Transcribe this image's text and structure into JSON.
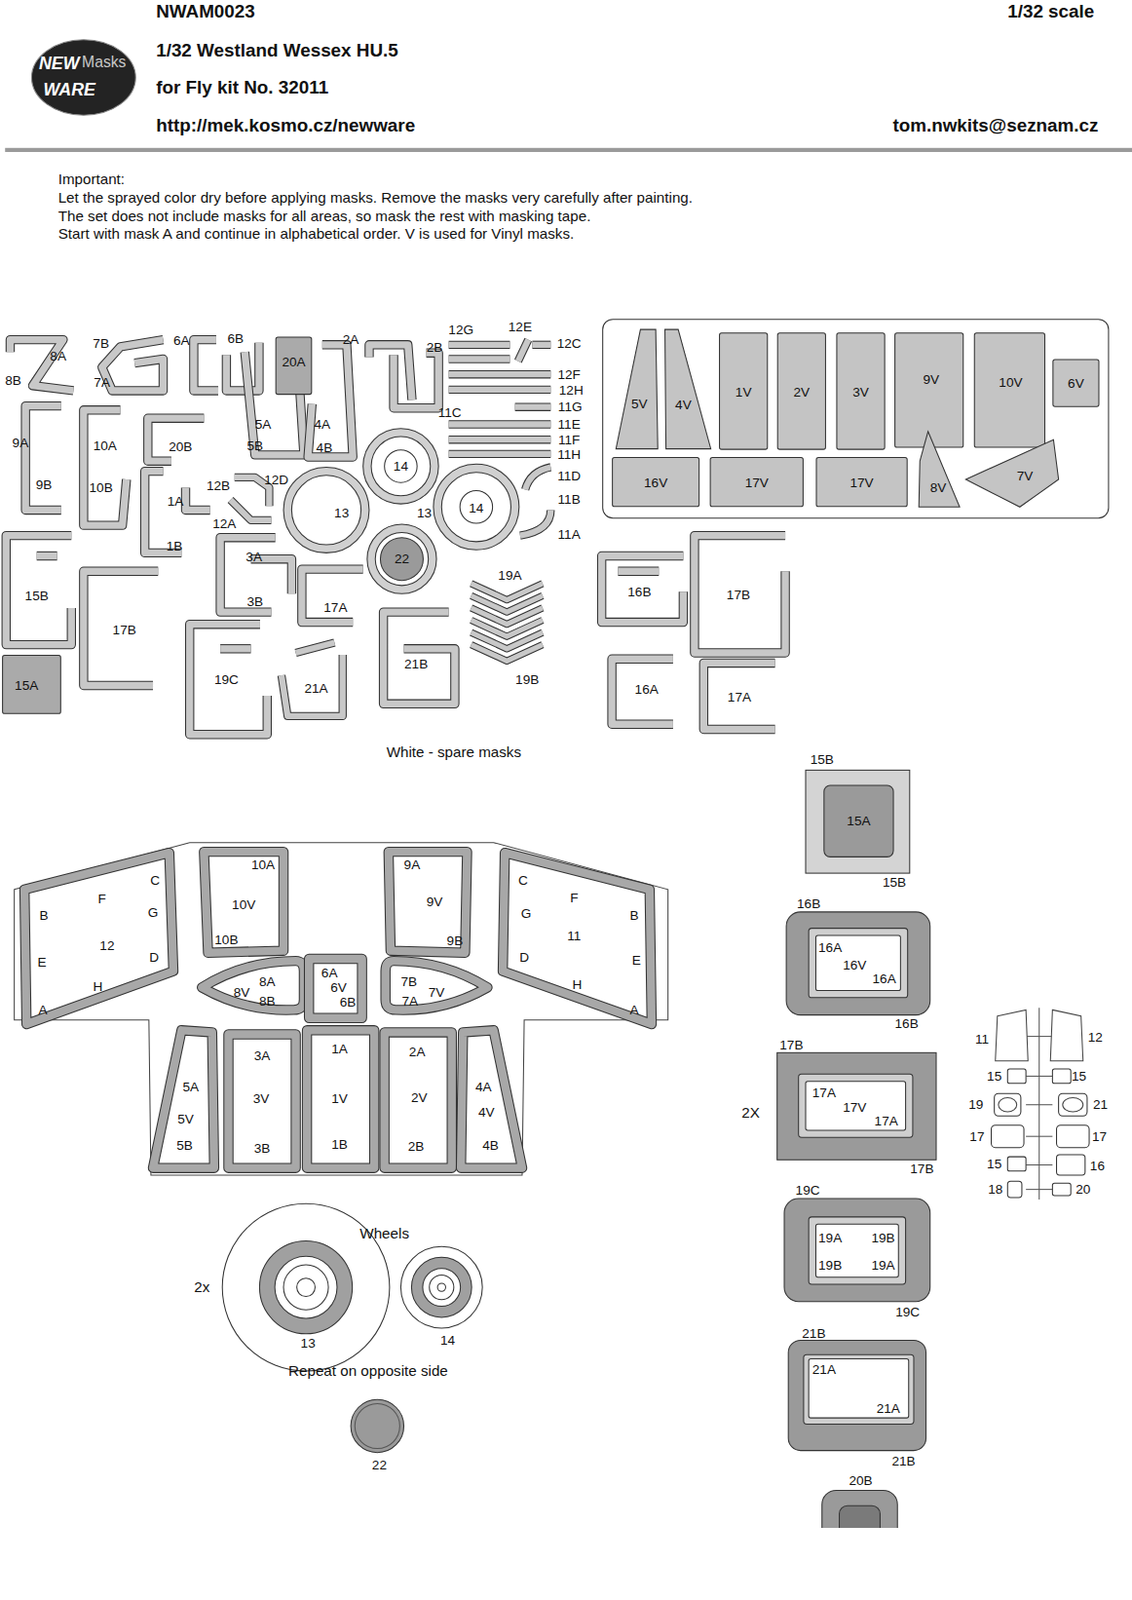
{
  "diagram": {
    "title": "1/32 Westland Wessex HU.5",
    "nodes": [
      {
        "text": [
          "NEW",
          "Masks",
          "WARE"
        ]
      },
      {
        "text": [
          "5V"
        ]
      },
      {
        "text": [
          "4V"
        ]
      },
      {
        "text": [
          "1V"
        ]
      },
      {
        "text": [
          "2V"
        ]
      },
      {
        "text": [
          "3V"
        ]
      },
      {
        "text": [
          "9V"
        ]
      },
      {
        "text": [
          "10V"
        ]
      },
      {
        "text": [
          "6V"
        ]
      },
      {
        "text": [
          "16V"
        ]
      },
      {
        "text": [
          "17V"
        ]
      },
      {
        "text": [
          "17V"
        ]
      },
      {
        "text": [
          "8V"
        ]
      },
      {
        "text": [
          "7V"
        ]
      },
      {
        "text": [
          "20A"
        ]
      },
      {
        "text": [
          "22"
        ]
      },
      {
        "text": [
          "15A"
        ]
      }
    ],
    "labels": [
      "NWAM0023",
      "1/32 scale",
      "for Fly kit No. 32011",
      "http://mek.kosmo.cz/newware",
      "tom.nwkits@seznam.cz",
      "Important:",
      "Let the sprayed color dry before applying masks. Remove the masks very carefully after painting.",
      "The set does not include masks for all areas, so mask the rest with masking tape.",
      "Start with mask A and continue in alphabetical order. V is used for Vinyl masks.",
      "8A",
      "7B",
      "6A",
      "6B",
      "2A",
      "2B",
      "12G",
      "12E",
      "12C",
      "8B",
      "7A",
      "12F",
      "12H",
      "11G",
      "11E",
      "11F",
      "11H",
      "11C",
      "11D",
      "11B",
      "11A",
      "5A",
      "4A",
      "5B",
      "4B",
      "9A",
      "10A",
      "20B",
      "14",
      "14",
      "13",
      "13",
      "9B",
      "10B",
      "12B",
      "12D",
      "1A",
      "12A",
      "1B",
      "3A",
      "3B",
      "19A",
      "17A",
      "15B",
      "17B",
      "16B",
      "17B",
      "19B",
      "21B",
      "19C",
      "21A",
      "16A",
      "17A",
      "White - spare masks",
      "10A",
      "10V",
      "10B",
      "9A",
      "9V",
      "9B",
      "C",
      "B",
      "F",
      "G",
      "12",
      "E",
      "D",
      "H",
      "A",
      "C",
      "G",
      "F",
      "B",
      "11",
      "D",
      "E",
      "H",
      "A",
      "8A",
      "8V",
      "8B",
      "6A",
      "6V",
      "6B",
      "7B",
      "7V",
      "7A",
      "5A",
      "5V",
      "5B",
      "3A",
      "3V",
      "3B",
      "1A",
      "1V",
      "1B",
      "2A",
      "2V",
      "2B",
      "4A",
      "4V",
      "4B",
      "Wheels",
      "2x",
      "13",
      "14",
      "Repeat on opposite side",
      "22",
      "15B",
      "15A",
      "15B",
      "16B",
      "16A",
      "16V",
      "16A",
      "16B",
      "17B",
      "2X",
      "17A",
      "17V",
      "17A",
      "17B",
      "19C",
      "19A",
      "19B",
      "19B",
      "19A",
      "19C",
      "21B",
      "21A",
      "21A",
      "21B",
      "20B",
      "20A",
      "20B",
      "11",
      "12",
      "15",
      "15",
      "19",
      "21",
      "17",
      "17",
      "15",
      "16",
      "18",
      "20"
    ]
  }
}
